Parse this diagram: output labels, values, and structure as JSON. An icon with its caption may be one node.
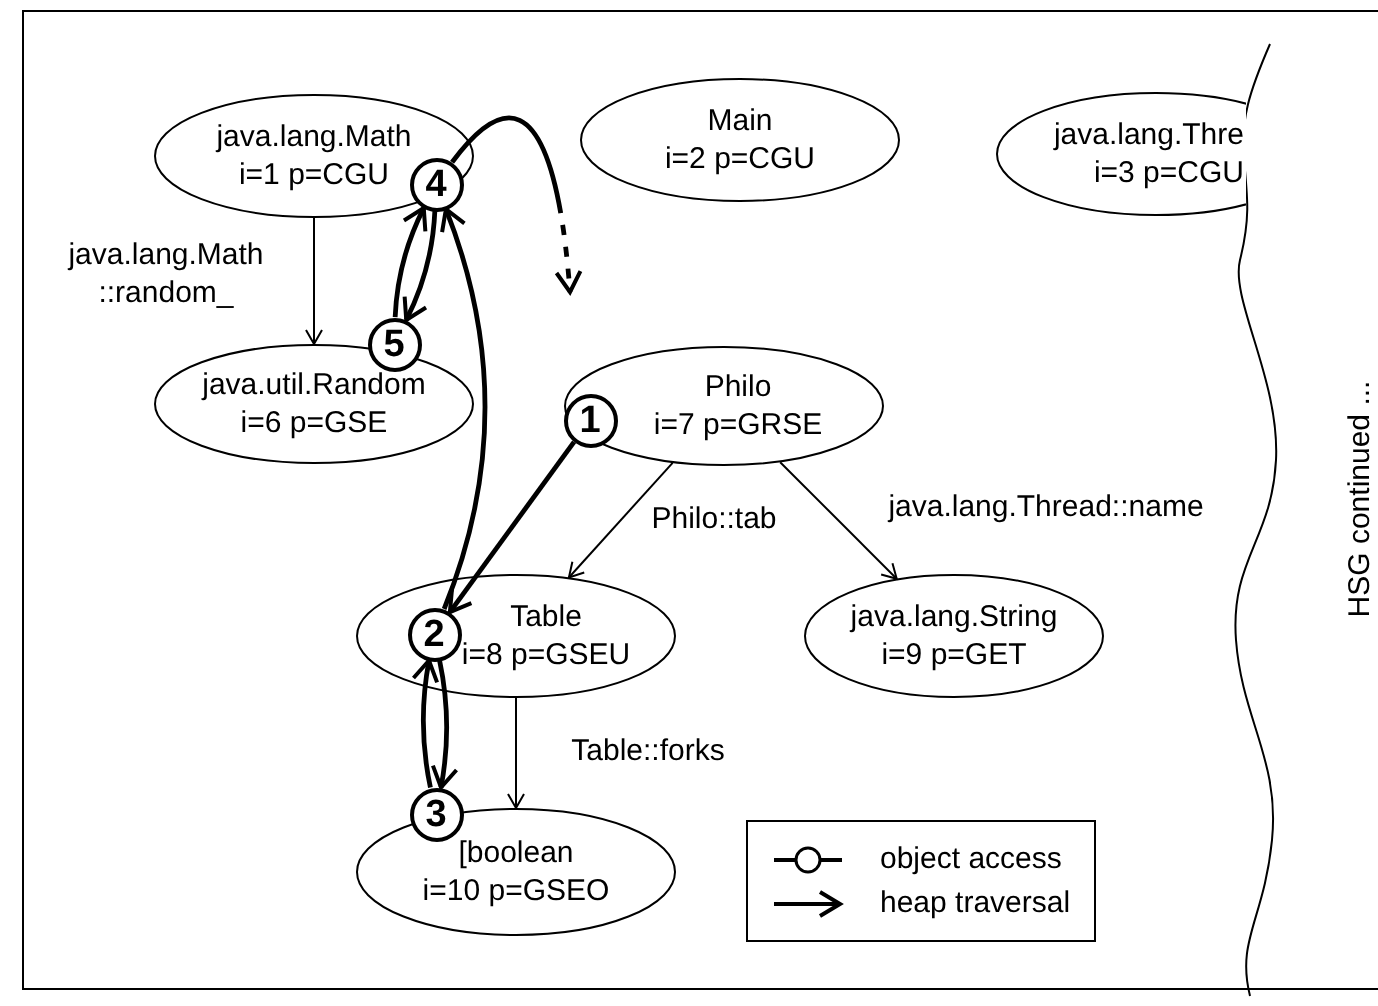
{
  "diagram": {
    "nodes": [
      {
        "text": [
          "java.lang.Math",
          "i=1 p=CGU"
        ]
      },
      {
        "text": [
          "Main",
          "i=2 p=CGU"
        ]
      },
      {
        "text": [
          "java.lang.Thre",
          "i=3 p=CGU"
        ]
      },
      {
        "text": [
          "java.util.Random",
          "i=6 p=GSE"
        ]
      },
      {
        "text": [
          "Philo",
          "i=7 p=GRSE"
        ]
      },
      {
        "text": [
          "Table",
          "i=8 p=GSEU"
        ]
      },
      {
        "text": [
          "java.lang.String",
          "i=9 p=GET"
        ]
      },
      {
        "text": [
          "[boolean",
          "i=10 p=GSEO"
        ]
      },
      {
        "text": [
          "1"
        ],
        "in": 4
      },
      {
        "text": [
          "2"
        ],
        "in": 5
      },
      {
        "text": [
          "3"
        ]
      },
      {
        "text": [
          "4"
        ],
        "in": 0
      },
      {
        "text": [
          "5"
        ]
      }
    ],
    "edges": [
      {
        "from": 0,
        "to": 3,
        "arrow": "to",
        "label": "java.lang.Math ::random_"
      },
      {
        "from": 4,
        "to": 5,
        "arrow": "to",
        "label": "Philo::tab"
      },
      {
        "from": 4,
        "to": 6,
        "arrow": "to",
        "label": "java.lang.Thread::name"
      },
      {
        "from": 5,
        "to": 7,
        "arrow": "to",
        "label": "Table::forks"
      },
      {
        "from": 8,
        "to": 9,
        "arrow": "to"
      },
      {
        "from": 9,
        "to": 10,
        "arrow": "to"
      },
      {
        "from": 10,
        "to": 9,
        "arrow": "to"
      },
      {
        "from": 9,
        "to": 11,
        "arrow": "to"
      },
      {
        "from": 11,
        "to": 12,
        "arrow": "to"
      },
      {
        "from": 12,
        "to": 11,
        "arrow": "to"
      },
      {
        "from": 11,
        "to": null,
        "arrow": "to",
        "style": "dashed"
      }
    ],
    "labels": [
      "HSG continued ..."
    ],
    "legend": [
      {
        "text": "object access"
      },
      {
        "text": "heap traversal"
      }
    ]
  }
}
